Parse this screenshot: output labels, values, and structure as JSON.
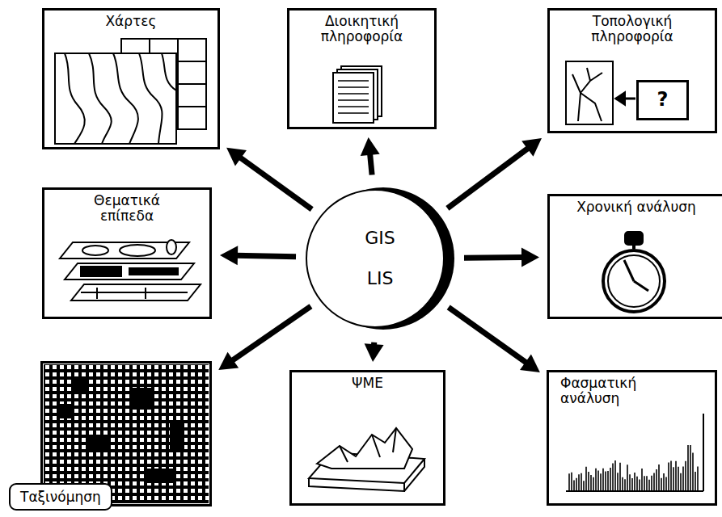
{
  "diagram": {
    "nodes": [
      {
        "text": [
          "Χάρτες"
        ]
      },
      {
        "text": [
          "Διοικητική πληροφορία"
        ]
      },
      {
        "text": [
          "Τοπολογική πληροφορία"
        ]
      },
      {
        "text": [
          "?"
        ],
        "in": 2
      },
      {
        "text": [
          "Θεματικά επίπεδα"
        ]
      },
      {
        "text": [
          "GIS",
          "LIS"
        ]
      },
      {
        "text": [
          "Χρονική ανάλυση"
        ]
      },
      {
        "text": [
          "Ταξινόμηση"
        ]
      },
      {
        "text": [
          "ΨΜΕ"
        ]
      },
      {
        "text": [
          "Φασματική ανάλυση"
        ]
      }
    ],
    "edges": [
      {
        "from": 5,
        "to": 0,
        "arrow": "to"
      },
      {
        "from": 5,
        "to": 1,
        "arrow": "to"
      },
      {
        "from": 5,
        "to": 2,
        "arrow": "to"
      },
      {
        "from": 5,
        "to": 4,
        "arrow": "to"
      },
      {
        "from": 5,
        "to": 6,
        "arrow": "to"
      },
      {
        "from": 5,
        "to": 7,
        "arrow": "to"
      },
      {
        "from": 5,
        "to": 8,
        "arrow": "to"
      },
      {
        "from": 5,
        "to": 9,
        "arrow": "to"
      }
    ]
  }
}
